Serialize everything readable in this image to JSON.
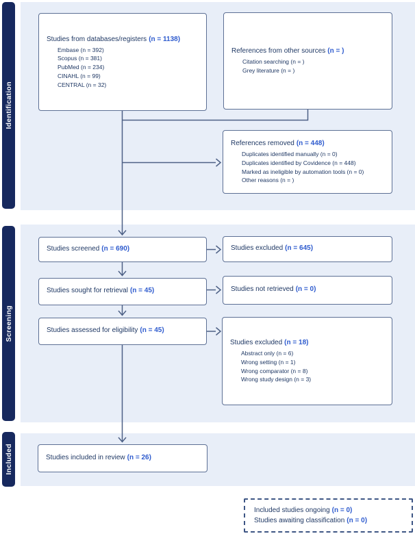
{
  "diagram_title": "PRISMA study flow diagram",
  "sections": [
    {
      "label": "Identification"
    },
    {
      "label": "Screening"
    },
    {
      "label": "Included"
    }
  ],
  "boxes": {
    "databases": {
      "title": "Studies from databases/registers",
      "count": "(n = 1138)",
      "items": [
        "Embase (n = 392)",
        "Scopus (n = 381)",
        "PubMed (n = 234)",
        "CINAHL (n = 99)",
        "CENTRAL (n = 32)"
      ]
    },
    "other_sources": {
      "title": "References from other sources",
      "count": "(n = )",
      "items": [
        "Citation searching (n = )",
        "Grey literature (n = )"
      ]
    },
    "removed": {
      "title": "References removed",
      "count": "(n = 448)",
      "items": [
        "Duplicates identified manually (n = 0)",
        "Duplicates identified by Covidence (n = 448)",
        "Marked as ineligible by automation tools (n = 0)",
        "Other reasons (n = )"
      ]
    },
    "screened": {
      "title": "Studies screened",
      "count": "(n = 690)"
    },
    "excluded_screening": {
      "title": "Studies excluded",
      "count": "(n = 645)"
    },
    "sought": {
      "title": "Studies sought for retrieval",
      "count": "(n = 45)"
    },
    "not_retrieved": {
      "title": "Studies not retrieved",
      "count": "(n = 0)"
    },
    "assessed": {
      "title": "Studies assessed for eligibility",
      "count": "(n = 45)"
    },
    "excluded_eligibility": {
      "title": "Studies excluded",
      "count": "(n = 18)",
      "items": [
        "Abstract only (n = 6)",
        "Wrong setting (n = 1)",
        "Wrong comparator (n = 8)",
        "Wrong study design (n = 3)"
      ]
    },
    "included_review": {
      "title": "Studies included in review",
      "count": "(n = 26)"
    },
    "ongoing": {
      "line1_label": "Included studies ongoing",
      "line1_count": "(n = 0)",
      "line2_label": "Studies awaiting classification",
      "line2_count": "(n = 0)"
    }
  },
  "colors": {
    "stage_bar_navy": "#17295E",
    "section_band_blue": "#E8EEF8",
    "box_border_slate": "#5C6F94",
    "connector_slate": "#4D6085",
    "text_navy": "#1F3864",
    "count_blue": "#2E5BCE",
    "dashed_border_navy": "#3D5584"
  }
}
